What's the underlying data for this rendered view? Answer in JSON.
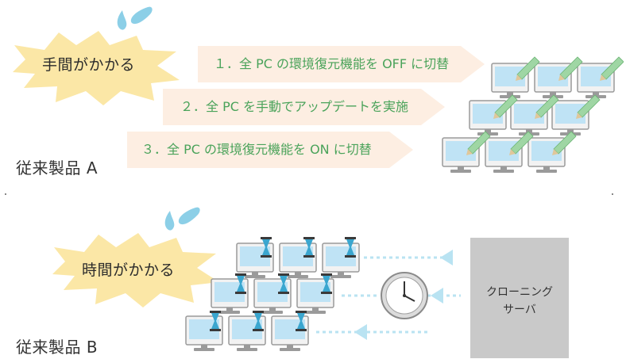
{
  "section_a": {
    "burst_label": "手間がかかる",
    "product_label": "従来製品 A",
    "steps": [
      "１．全 PC の環境復元機能を OFF に切替",
      "２．全 PC を手動でアップデートを実施",
      "３．全 PC の環境復元機能を ON に切替"
    ]
  },
  "section_b": {
    "burst_label": "時間がかかる",
    "product_label": "従来製品 B",
    "server_label_line1": "クローニング",
    "server_label_line2": "サーバ"
  },
  "colors": {
    "burst_fill": "#fbe7a6",
    "arrow_fill": "#fdeee2",
    "arrow_text": "#4aa35a",
    "monitor_screen": "#bfe3f5",
    "monitor_frame": "#9a9a9a",
    "pencil": "#9fd6a4",
    "hourglass": "#3aa6cf",
    "server_fill": "#c9c9c9",
    "droplet": "#8ccfe7",
    "dotted_arrow": "#b9e3f2"
  }
}
